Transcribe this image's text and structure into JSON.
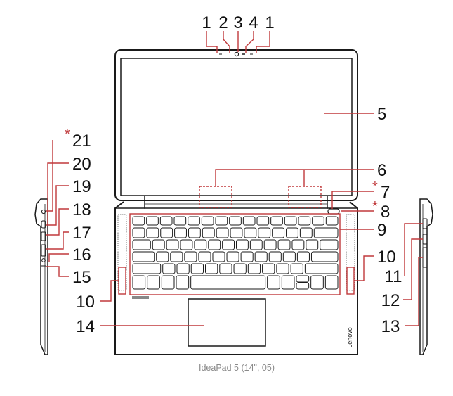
{
  "caption": "IdeaPad 5 (14\", 05)",
  "colors": {
    "leader": "#c0393b",
    "outline": "#1a1a1a",
    "caption": "#8a8a8a"
  },
  "callouts": {
    "c1a": "1",
    "c2": "2",
    "c3": "3",
    "c4": "4",
    "c1b": "1",
    "c5": "5",
    "c6": "6",
    "c7": "7",
    "c8": "8",
    "c9": "9",
    "c10r": "10",
    "c10l": "10",
    "c11": "11",
    "c12": "12",
    "c13": "13",
    "c14": "14",
    "c15": "15",
    "c16": "16",
    "c17": "17",
    "c18": "18",
    "c19": "19",
    "c20": "20",
    "c21": "21"
  },
  "asterisk": "*",
  "brand_label": "Lenovo"
}
